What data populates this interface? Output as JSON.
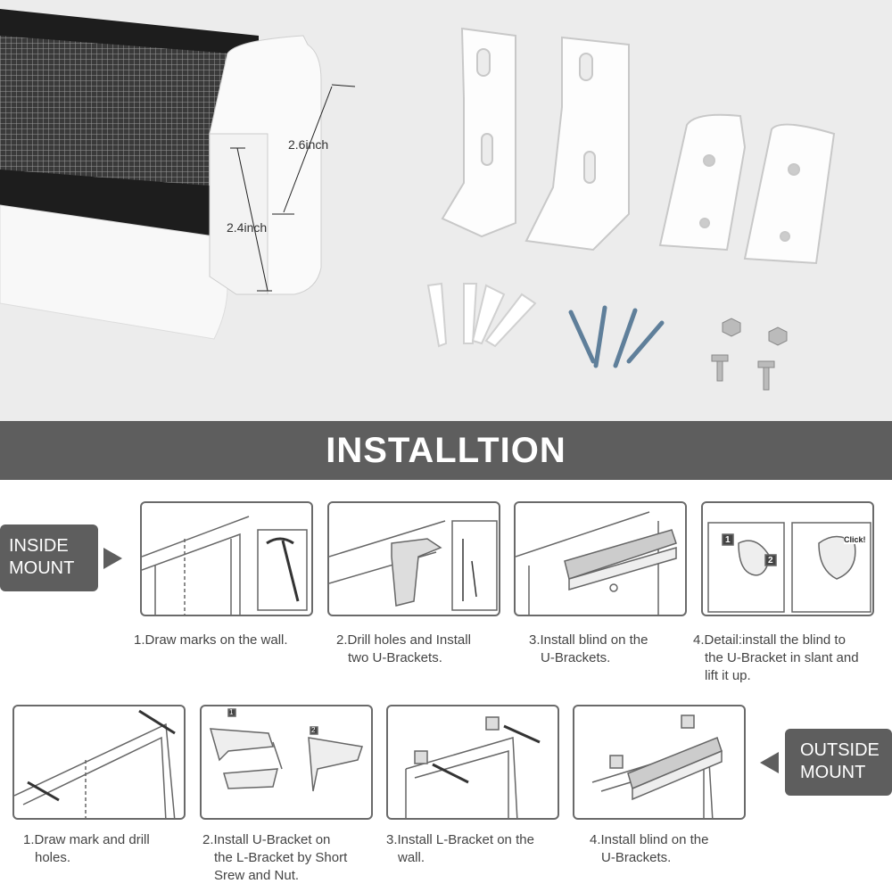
{
  "product_image": {
    "dimension_height": "2.6inch",
    "dimension_width": "2.4inch"
  },
  "banner": {
    "title": "INSTALLTION"
  },
  "inside_mount": {
    "label_line1": "INSIDE",
    "label_line2": "MOUNT",
    "steps": [
      {
        "line1": "1.Draw marks on the wall.",
        "line2": "",
        "line3": ""
      },
      {
        "line1": "2.Drill holes and Install",
        "line2": "two U-Brackets.",
        "line3": ""
      },
      {
        "line1": "3.Install blind on the",
        "line2": "U-Brackets.",
        "line3": ""
      },
      {
        "line1": "4.Detail:install the blind to",
        "line2": "the U-Bracket in slant and",
        "line3": "lift it up."
      }
    ],
    "detail_badges": [
      "1",
      "2",
      "Click!"
    ]
  },
  "outside_mount": {
    "label_line1": "OUTSIDE",
    "label_line2": "MOUNT",
    "steps": [
      {
        "line1": "1.Draw mark and drill",
        "line2": "holes.",
        "line3": ""
      },
      {
        "line1": "2.Install U-Bracket on",
        "line2": "the L-Bracket by Short",
        "line3": "Srew and Nut."
      },
      {
        "line1": "3.Install L-Bracket on the",
        "line2": "wall.",
        "line3": ""
      },
      {
        "line1": "4.Install blind on the",
        "line2": "U-Brackets.",
        "line3": ""
      }
    ],
    "step2_badges": [
      "1",
      "2"
    ]
  },
  "colors": {
    "band": "#5e5e5e",
    "top_bg": "#ececec",
    "panel_border": "#6a6a6a"
  }
}
